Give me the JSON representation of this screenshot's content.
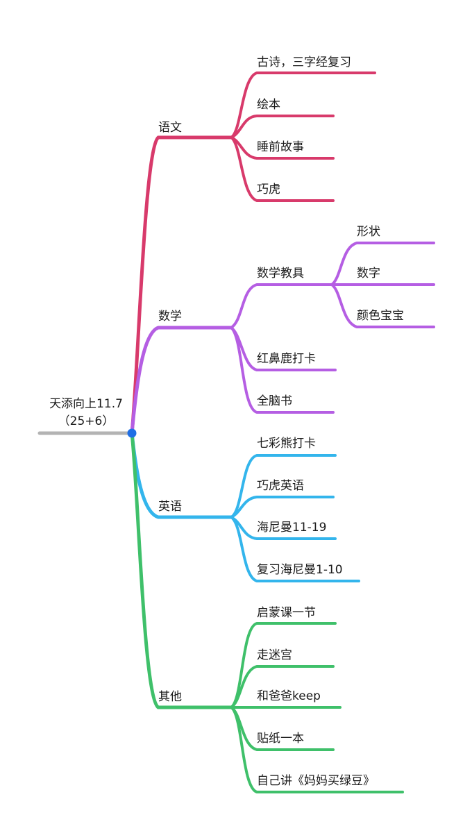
{
  "root": {
    "line1": "天添向上11.7",
    "line2": "（25+6）"
  },
  "colors": {
    "root_line": "#b3b3b3",
    "root_dot": "#1f6fe5",
    "yuwen": "#d83a6b",
    "shuxue": "#b55ee3",
    "yingyu": "#33b5ec",
    "qita": "#3fc06a"
  },
  "branches": {
    "yuwen": {
      "label": "语文",
      "children": [
        "古诗，三字经复习",
        "绘本",
        "睡前故事",
        "巧虎"
      ]
    },
    "shuxue": {
      "label": "数学",
      "children": [
        {
          "label": "数学教具",
          "children": [
            "形状",
            "数字",
            "颜色宝宝"
          ]
        },
        "红鼻鹿打卡",
        "全脑书"
      ]
    },
    "yingyu": {
      "label": "英语",
      "children": [
        "七彩熊打卡",
        "巧虎英语",
        "海尼曼11-19",
        "复习海尼曼1-10"
      ]
    },
    "qita": {
      "label": "其他",
      "children": [
        "启蒙课一节",
        "走迷宫",
        "和爸爸keep",
        "贴纸一本",
        "自己讲《妈妈买绿豆》"
      ]
    }
  }
}
